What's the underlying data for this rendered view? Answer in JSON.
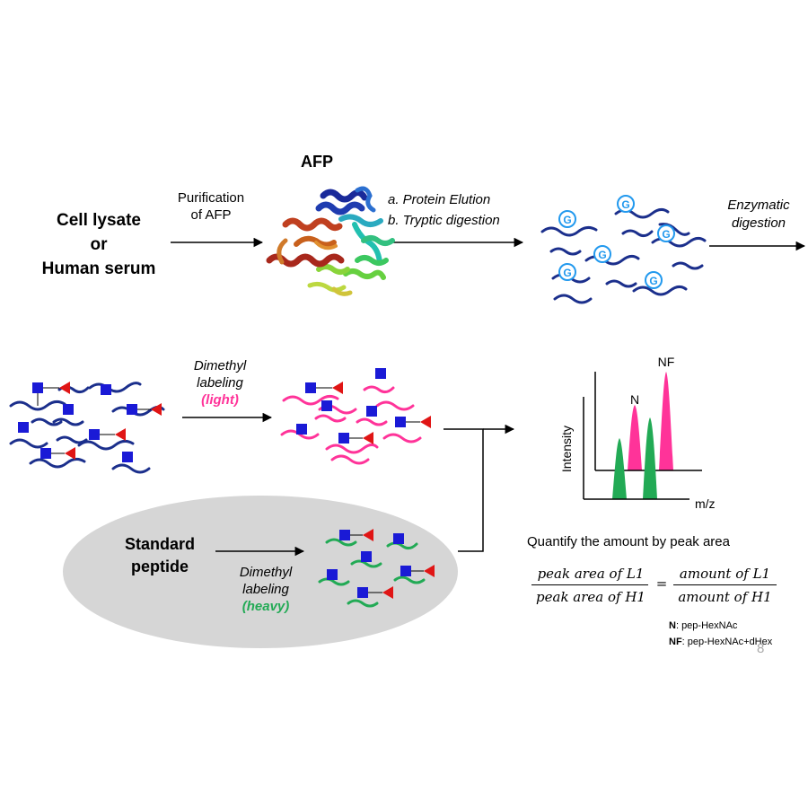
{
  "source": {
    "line1": "Cell lysate",
    "line2": "or",
    "line3": "Human serum"
  },
  "step1": {
    "line1": "Purification",
    "line2": "of AFP"
  },
  "protein": {
    "title": "AFP"
  },
  "step2": {
    "line1": "a. Protein Elution",
    "line2": "b. Tryptic digestion"
  },
  "glycan_marker": "G",
  "step3": {
    "line1": "Enzymatic",
    "line2": "digestion"
  },
  "light_labeling": {
    "line1": "Dimethyl",
    "line2": "labeling",
    "line3": "(light)"
  },
  "standard": {
    "line1": "Standard",
    "line2": "peptide"
  },
  "heavy_labeling": {
    "line1": "Dimethyl",
    "line2": "labeling",
    "line3": "(heavy)"
  },
  "spectrum": {
    "peak_n": "N",
    "peak_nf": "NF",
    "y_axis": "Intensity",
    "x_axis": "m/z"
  },
  "quantify": {
    "title": "Quantify the amount by peak area",
    "numerator_left": "peak area of L1",
    "denominator_left": "peak area of H1",
    "equals": "=",
    "numerator_right": "amount of L1",
    "denominator_right": "amount of H1"
  },
  "legend": {
    "n_key": "N",
    "n_text": ": pep-HexNAc",
    "nf_key": "NF",
    "nf_text": ": pep-HexNAc+dHex"
  },
  "page_number": "8",
  "colors": {
    "peptide": "#1b2f8c",
    "glycan_square": "#1a1ad6",
    "fucose": "#e01515",
    "light": "#ff3399",
    "heavy": "#22aa55",
    "glyco_circle": "#2299ee",
    "ellipse": "#d6d6d6"
  }
}
